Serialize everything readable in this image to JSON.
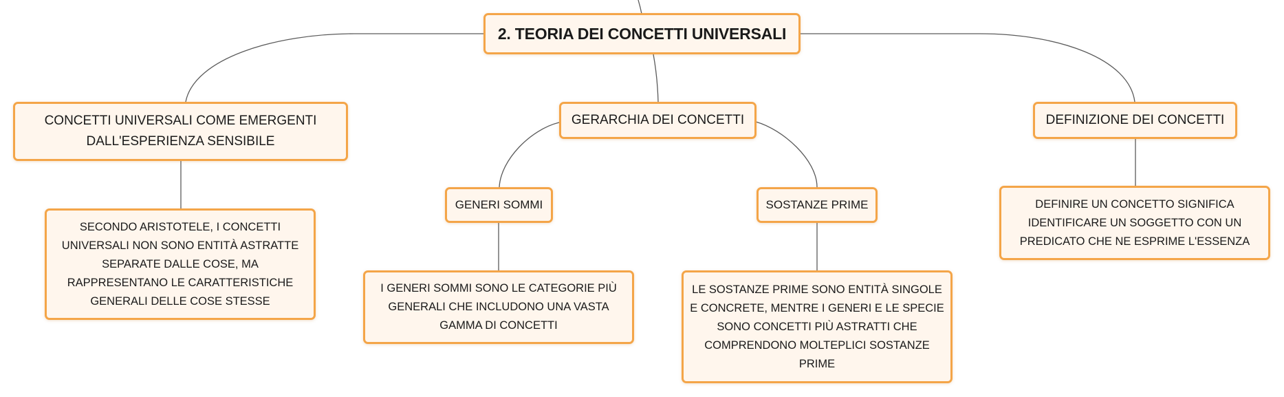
{
  "mindmap": {
    "root": {
      "label": "2. TEORIA DEI CONCETTI UNIVERSALI"
    },
    "branches": [
      {
        "label": "CONCETTI UNIVERSALI COME EMERGENTI DALL'ESPERIENZA SENSIBILE",
        "children": [
          {
            "label": "SECONDO ARISTOTELE, I CONCETTI UNIVERSALI NON SONO ENTITÀ ASTRATTE SEPARATE DALLE COSE, MA RAPPRESENTANO LE CARATTERISTICHE GENERALI DELLE COSE STESSE"
          }
        ]
      },
      {
        "label": "GERARCHIA DEI CONCETTI",
        "children": [
          {
            "label": "GENERI SOMMI",
            "children": [
              {
                "label": "I GENERI SOMMI SONO LE CATEGORIE PIÙ GENERALI CHE INCLUDONO UNA VASTA GAMMA DI CONCETTI"
              }
            ]
          },
          {
            "label": "SOSTANZE PRIME",
            "children": [
              {
                "label": "LE SOSTANZE PRIME SONO ENTITÀ SINGOLE E CONCRETE, MENTRE I GENERI E LE SPECIE SONO CONCETTI PIÙ ASTRATTI CHE COMPRENDONO MOLTEPLICI SOSTANZE PRIME"
              }
            ]
          }
        ]
      },
      {
        "label": "DEFINIZIONE DEI CONCETTI",
        "children": [
          {
            "label": "DEFINIRE UN CONCETTO SIGNIFICA IDENTIFICARE UN SOGGETTO CON UN PREDICATO CHE NE ESPRIME L'ESSENZA"
          }
        ]
      }
    ],
    "colors": {
      "node_border": "#f4a548",
      "node_fill": "#fff6ed",
      "connector": "#5a5a5a",
      "text": "#1a1a1a"
    }
  }
}
